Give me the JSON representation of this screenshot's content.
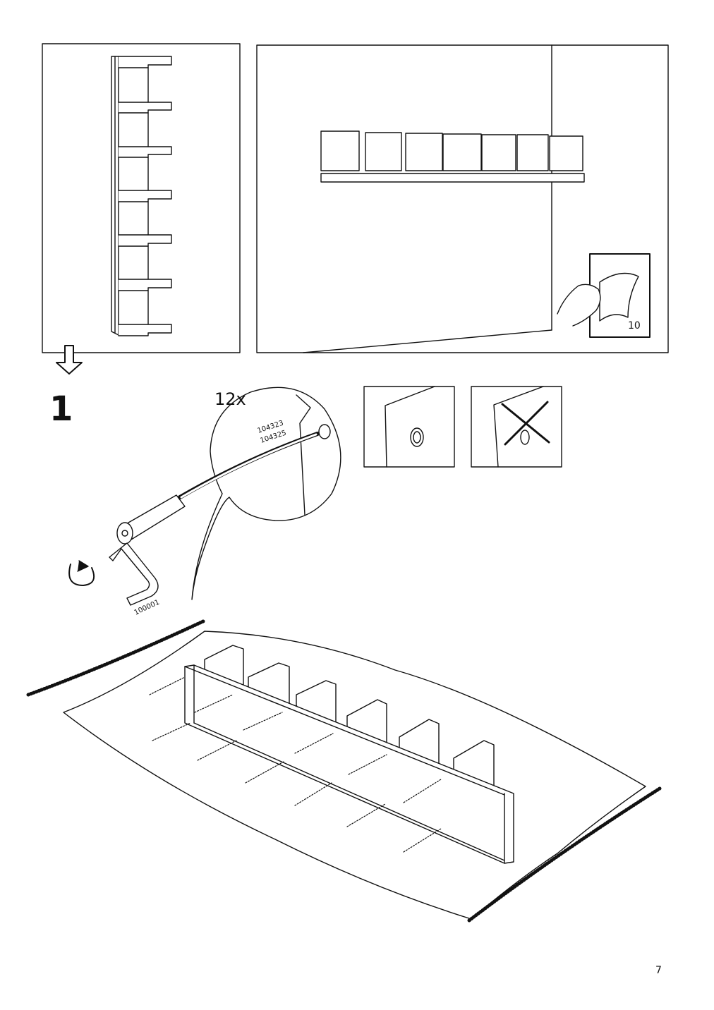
{
  "step": {
    "number": "1"
  },
  "quantity_label": "12x",
  "part_numbers": {
    "screw_a": "104323",
    "screw_b": "104325",
    "allen_key": "100001"
  },
  "sticker_page_ref": "10",
  "page_number": "7"
}
